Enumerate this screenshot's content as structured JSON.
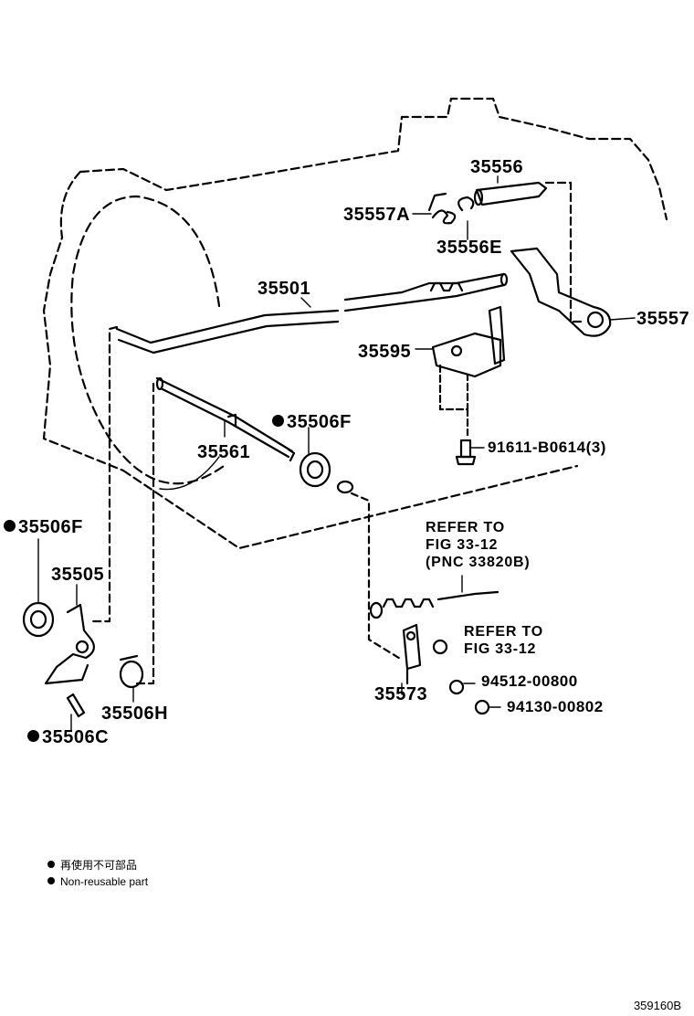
{
  "parts": {
    "p35556": "35556",
    "p35557A": "35557A",
    "p35556E": "35556E",
    "p35501": "35501",
    "p35557": "35557",
    "p35595": "35595",
    "p35506F_top": "35506F",
    "p91611": "91611-B0614(3)",
    "p35561": "35561",
    "p35506F_left": "35506F",
    "p35505": "35505",
    "p35506H": "35506H",
    "p35506C": "35506C",
    "p35573": "35573",
    "p94512": "94512-00800",
    "p94130": "94130-00802"
  },
  "refs": {
    "ref1_line1": "REFER TO",
    "ref1_line2": "FIG 33-12",
    "ref1_line3": "(PNC 33820B)",
    "ref2_line1": "REFER TO",
    "ref2_line2": "FIG 33-12"
  },
  "legend": {
    "jp": "再使用不可部品",
    "en": "Non-reusable part"
  },
  "illustration_code": "359160B"
}
